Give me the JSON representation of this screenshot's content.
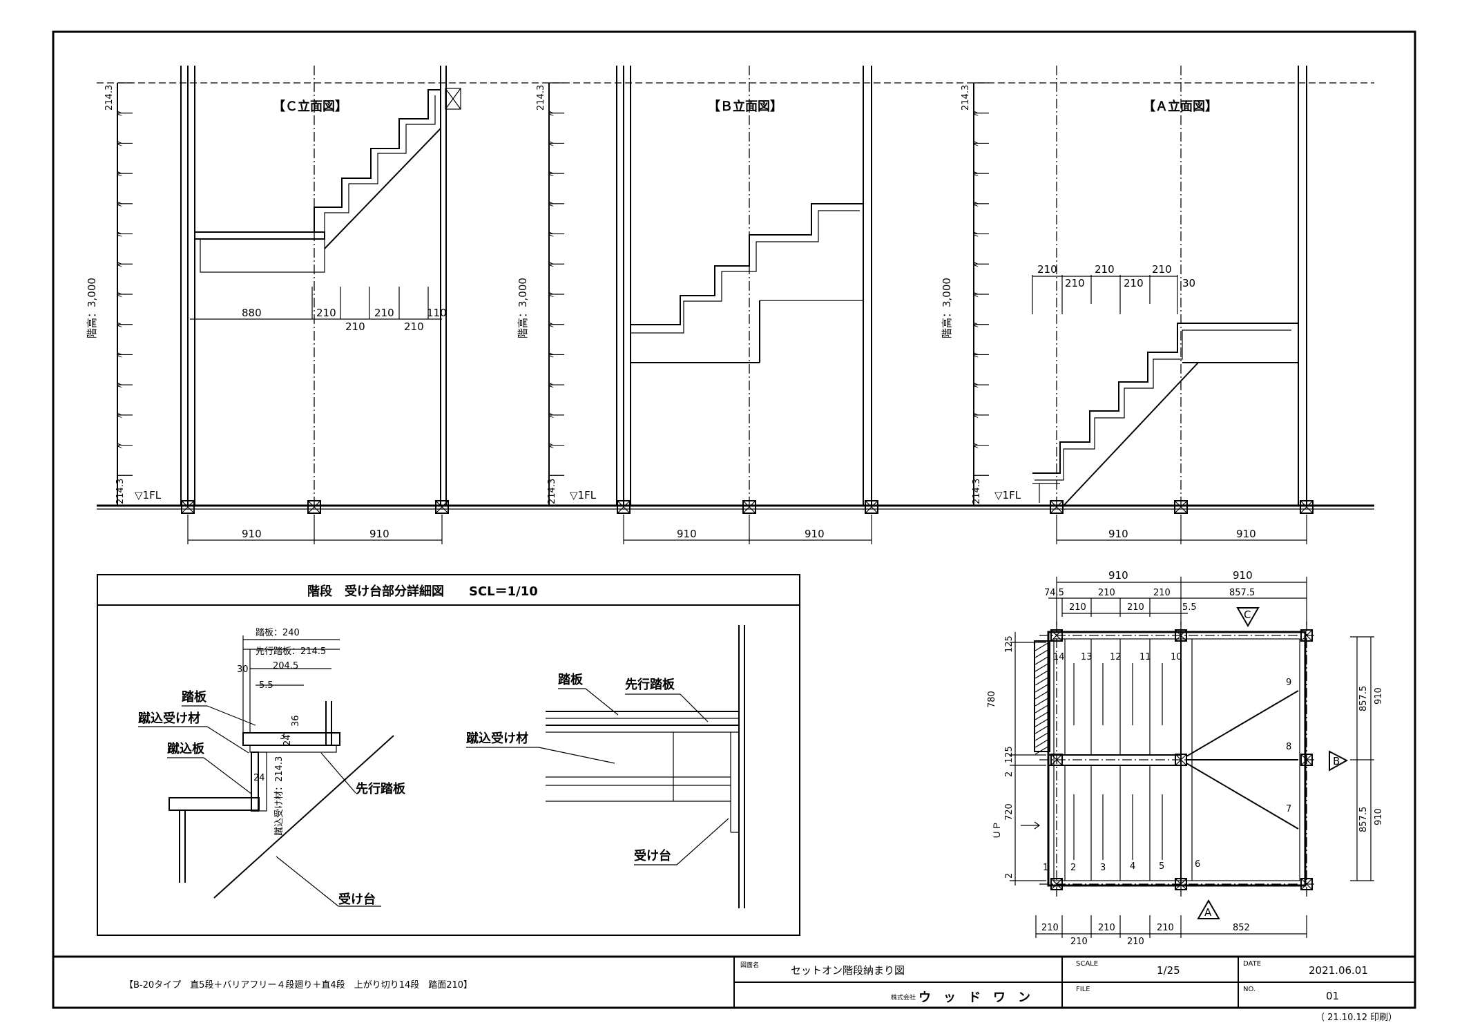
{
  "views": {
    "c": {
      "title": "【Ｃ立面図】",
      "floor_label": "▽1FL",
      "height_label": "階高：3,000",
      "top_dim": "214.3",
      "bottom_dim": "214.3",
      "ditto": "〃",
      "dims": [
        "880",
        "210",
        "210",
        "110",
        "210",
        "210"
      ],
      "bottom_dims": [
        "910",
        "910"
      ]
    },
    "b": {
      "title": "【Ｂ立面図】",
      "floor_label": "▽1FL",
      "height_label": "階高：3,000",
      "top_dim": "214.3",
      "bottom_dim": "214.3",
      "ditto": "〃",
      "bottom_dims": [
        "910",
        "910"
      ]
    },
    "a": {
      "title": "【Ａ立面図】",
      "floor_label": "▽1FL",
      "height_label": "階高：3,000",
      "top_dim": "214.3",
      "bottom_dim": "214.3",
      "ditto": "〃",
      "dims_top": [
        "210",
        "210",
        "210"
      ],
      "dims_bottom": [
        "210",
        "210",
        "30"
      ],
      "bottom_dims": [
        "910",
        "910"
      ]
    }
  },
  "detail": {
    "title": "階段　受け台部分詳細図　　SCL＝1/10",
    "left": {
      "tread_dim": "踏板：240",
      "lead_tread_dim": "先行踏板：214.5",
      "dim_30": "30",
      "dim_204_5": "204.5",
      "dim_5_5": "5.5",
      "dim_36": "36",
      "dim_24a": "24",
      "dim_24b": "24",
      "dim_3": "3",
      "riser_dim": "蹴込受け材：214.3",
      "label_tread": "踏板",
      "label_riser_support": "蹴込受け材",
      "label_riser": "蹴込板",
      "label_lead_tread": "先行踏板",
      "label_support": "受け台"
    },
    "right": {
      "label_tread": "踏板",
      "label_lead_tread": "先行踏板",
      "label_riser_support": "蹴込受け材",
      "label_support": "受け台"
    }
  },
  "plan": {
    "top_dims": [
      "910",
      "910"
    ],
    "second_dims": [
      "74.5",
      "210",
      "210",
      "857.5"
    ],
    "third_dims": [
      "210",
      "210",
      "5.5"
    ],
    "left_dims": [
      "125",
      "780",
      "125",
      "2",
      "720",
      "2"
    ],
    "right_dims": [
      "857.5",
      "910",
      "857.5",
      "910"
    ],
    "bottom_dims_1": [
      "210",
      "210",
      "210",
      "852"
    ],
    "bottom_dims_2": [
      "210",
      "210"
    ],
    "steps": [
      "1",
      "2",
      "3",
      "4",
      "5",
      "6",
      "7",
      "8",
      "9",
      "10",
      "11",
      "12",
      "13",
      "14"
    ],
    "markers": {
      "c": "C",
      "a": "A",
      "b": "B"
    },
    "up_label": "ＵＰ"
  },
  "title_block": {
    "description": "【B-20タイプ　直5段＋バリアフリー４段廻り＋直4段　上がり切り14段　踏面210】",
    "drawing_name_label": "図面名",
    "drawing_name": "セットオン階段納まり図",
    "company_prefix": "株式会社",
    "company": "ウ　ッ　ド　ワ　ン",
    "scale_label": "SCALE",
    "scale": "1/25",
    "file_label": "FILE",
    "date_label": "DATE",
    "date": "2021.06.01",
    "no_label": "NO.",
    "no": "01",
    "print_note": "（ 21.10.12 印刷）"
  }
}
